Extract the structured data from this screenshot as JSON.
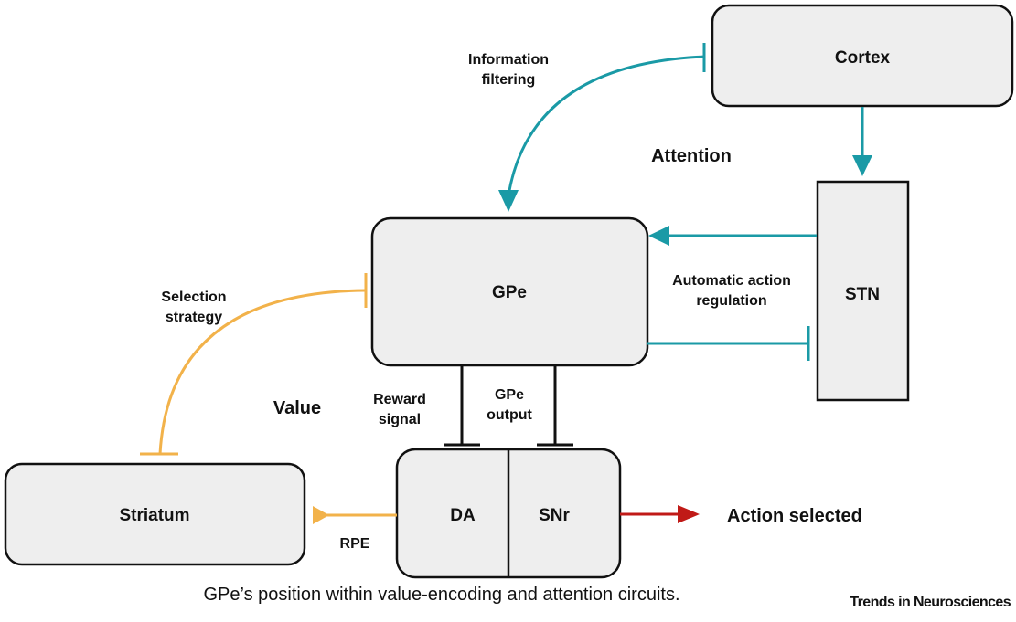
{
  "colors": {
    "excitatory": "#1a9aa6",
    "value_pathway": "#f2b24a",
    "gpe_output": "#111111",
    "action": "#c01a17",
    "box_fill": "#eeeeee"
  },
  "nodes": {
    "cortex": "Cortex",
    "stn": "STN",
    "gpe": "GPe",
    "striatum": "Striatum",
    "da": "DA",
    "snr": "SNr"
  },
  "labels": {
    "information_filtering": [
      "Information",
      "filtering"
    ],
    "attention": "Attention",
    "automatic_action_regulation": [
      "Automatic action",
      "regulation"
    ],
    "selection_strategy": [
      "Selection",
      "strategy"
    ],
    "value": "Value",
    "reward_signal": [
      "Reward",
      "signal"
    ],
    "gpe_output": [
      "GPe",
      "output"
    ],
    "rpe": "RPE",
    "action_selected": "Action selected"
  },
  "caption": "GPe’s position within value-encoding and attention circuits.",
  "brand": "Trends in Neurosciences"
}
